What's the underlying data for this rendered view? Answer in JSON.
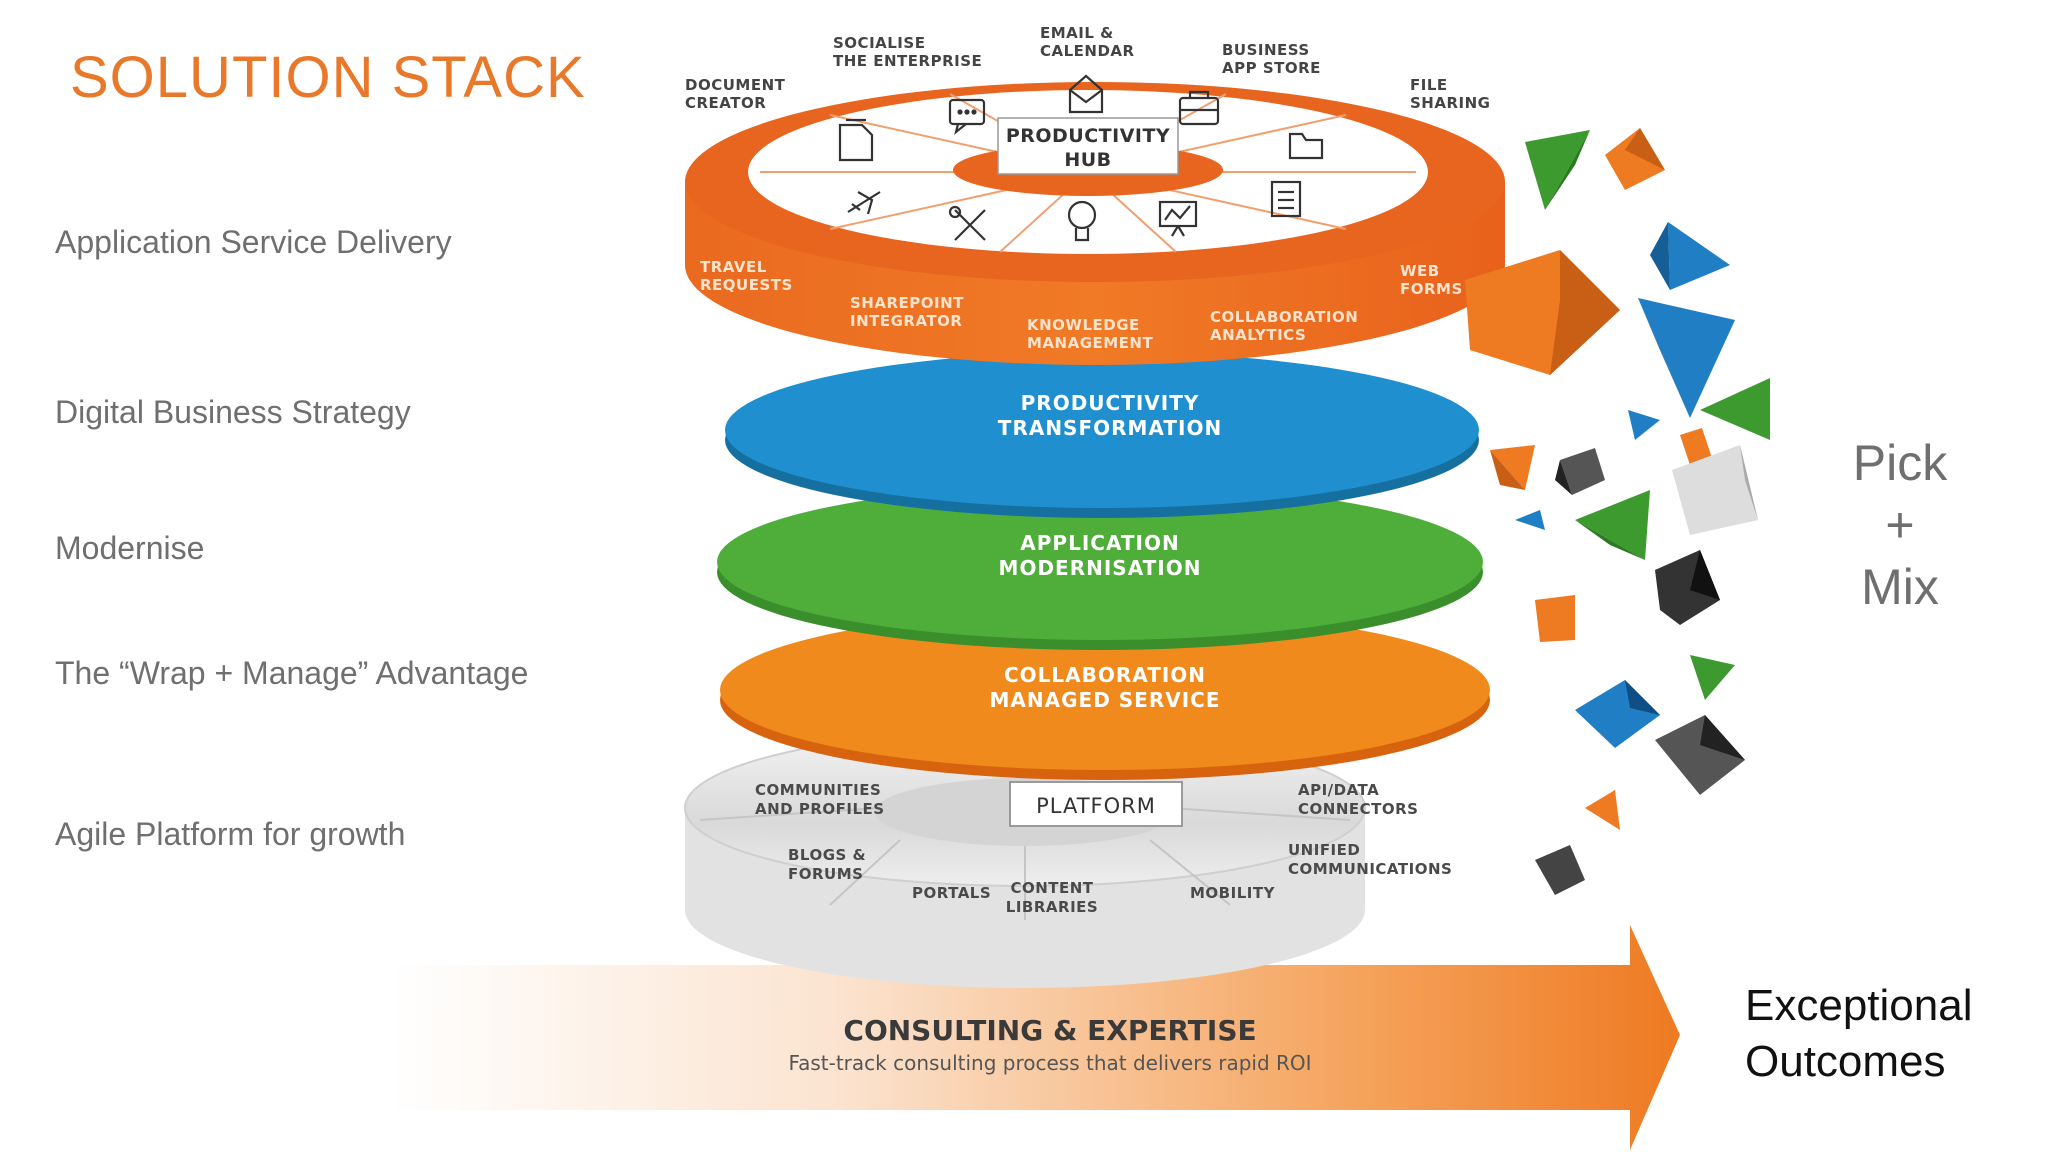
{
  "title": "SOLUTION STACK",
  "left_labels": [
    "Application Service Delivery",
    "Digital Business Strategy",
    "Modernise",
    "The “Wrap + Manage” Advantage",
    "Agile Platform for growth"
  ],
  "hub": {
    "center_line1": "PRODUCTIVITY",
    "center_line2": "HUB",
    "top_labels": [
      {
        "l1": "DOCUMENT",
        "l2": "CREATOR"
      },
      {
        "l1": "SOCIALISE",
        "l2": "THE ENTERPRISE"
      },
      {
        "l1": "EMAIL &",
        "l2": "CALENDAR"
      },
      {
        "l1": "BUSINESS",
        "l2": "APP STORE"
      },
      {
        "l1": "FILE",
        "l2": "SHARING"
      }
    ],
    "rim_labels": [
      {
        "l1": "TRAVEL",
        "l2": "REQUESTS"
      },
      {
        "l1": "SHAREPOINT",
        "l2": "INTEGRATOR"
      },
      {
        "l1": "KNOWLEDGE",
        "l2": "MANAGEMENT"
      },
      {
        "l1": "COLLABORATION",
        "l2": "ANALYTICS"
      },
      {
        "l1": "WEB",
        "l2": "FORMS"
      }
    ],
    "icons": [
      "document-icon",
      "chat-icon",
      "email-icon",
      "briefcase-icon",
      "folder-icon",
      "airplane-icon",
      "tools-icon",
      "lightbulb-icon",
      "chart-icon",
      "form-icon"
    ],
    "color": "#e8651f"
  },
  "layers": [
    {
      "l1": "PRODUCTIVITY",
      "l2": "TRANSFORMATION",
      "color": "#1f8fcf"
    },
    {
      "l1": "APPLICATION",
      "l2": "MODERNISATION",
      "color": "#4fae3a"
    },
    {
      "l1": "COLLABORATION",
      "l2": "MANAGED SERVICE",
      "color": "#f08a1c"
    }
  ],
  "platform": {
    "title": "PLATFORM",
    "labels": [
      {
        "l1": "COMMUNITIES",
        "l2": "AND PROFILES"
      },
      {
        "l1": "API/DATA",
        "l2": "CONNECTORS"
      },
      {
        "l1": "BLOGS &",
        "l2": "FORUMS"
      },
      {
        "l1": "UNIFIED",
        "l2": "COMMUNICATIONS"
      },
      {
        "l1": "PORTALS",
        "l2": ""
      },
      {
        "l1": "CONTENT",
        "l2": "LIBRARIES"
      },
      {
        "l1": "MOBILITY",
        "l2": ""
      }
    ]
  },
  "consulting": {
    "title": "CONSULTING & EXPERTISE",
    "subtitle": "Fast-track consulting process that delivers rapid ROI"
  },
  "pick_mix": [
    "Pick",
    "+",
    "Mix"
  ],
  "outcomes": [
    "Exceptional",
    "Outcomes"
  ]
}
